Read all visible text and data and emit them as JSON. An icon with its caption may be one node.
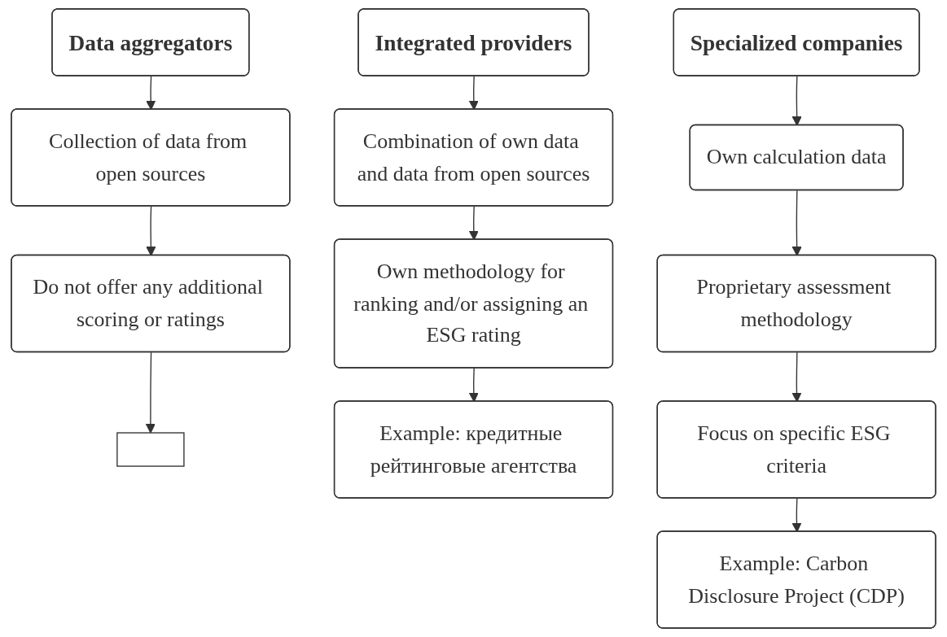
{
  "diagram": {
    "nodes": [
      {
        "text": [
          "Data aggregators"
        ]
      },
      {
        "text": [
          "Collection of data from open sources"
        ]
      },
      {
        "text": [
          "Do not offer any additional scoring or ratings"
        ]
      },
      {
        "text": [],
        "shape": "box"
      },
      {
        "text": [
          "Integrated providers"
        ]
      },
      {
        "text": [
          "Combination of own data and data from open sources"
        ]
      },
      {
        "text": [
          "Own methodology for ranking and/or assigning an ESG rating"
        ]
      },
      {
        "text": [
          "Example: кредитные рейтинговые агентства"
        ]
      },
      {
        "text": [
          "Specialized companies"
        ]
      },
      {
        "text": [
          "Own calculation data"
        ]
      },
      {
        "text": [
          "Proprietary assessment methodology"
        ]
      },
      {
        "text": [
          "Focus on specific ESG criteria"
        ]
      },
      {
        "text": [
          "Example: Carbon Disclosure Project (CDP)"
        ]
      }
    ],
    "edges": [
      {
        "from": 0,
        "to": 1,
        "arrow": "to"
      },
      {
        "from": 1,
        "to": 2,
        "arrow": "to"
      },
      {
        "from": 2,
        "to": 3,
        "arrow": "to"
      },
      {
        "from": 4,
        "to": 5,
        "arrow": "to"
      },
      {
        "from": 5,
        "to": 6,
        "arrow": "to"
      },
      {
        "from": 6,
        "to": 7,
        "arrow": "to"
      },
      {
        "from": 8,
        "to": 9,
        "arrow": "to"
      },
      {
        "from": 9,
        "to": 10,
        "arrow": "to"
      },
      {
        "from": 10,
        "to": 11,
        "arrow": "to"
      },
      {
        "from": 11,
        "to": 12,
        "arrow": "to"
      }
    ]
  }
}
